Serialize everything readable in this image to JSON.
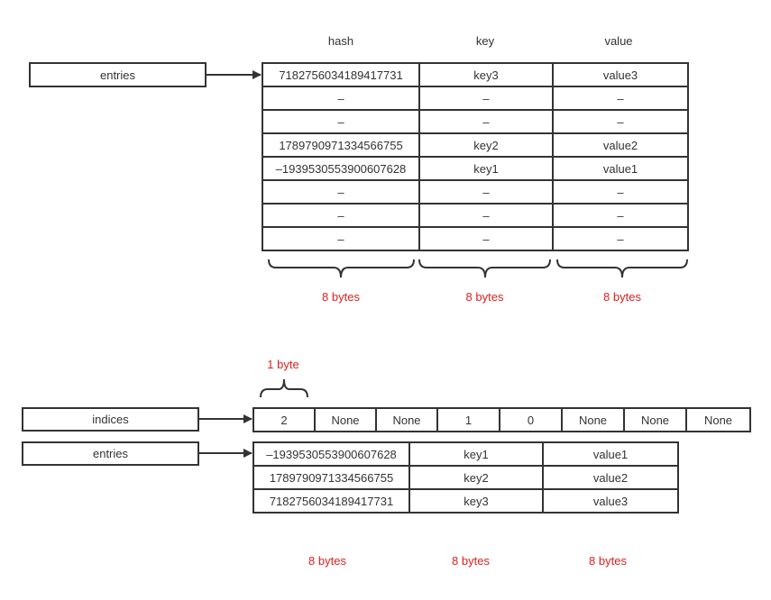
{
  "top": {
    "entries_label": "entries",
    "headers": [
      "hash",
      "key",
      "value"
    ],
    "rows": [
      [
        "7182756034189417731",
        "key3",
        "value3"
      ],
      [
        "–",
        "–",
        "–"
      ],
      [
        "–",
        "–",
        "–"
      ],
      [
        "1789790971334566755",
        "key2",
        "value2"
      ],
      [
        "–1939530553900607628",
        "key1",
        "value1"
      ],
      [
        "–",
        "–",
        "–"
      ],
      [
        "–",
        "–",
        "–"
      ],
      [
        "–",
        "–",
        "–"
      ]
    ],
    "size_labels": [
      "8 bytes",
      "8 bytes",
      "8 bytes"
    ]
  },
  "bottom": {
    "byte_label": "1 byte",
    "indices_label": "indices",
    "indices": [
      "2",
      "None",
      "None",
      "1",
      "0",
      "None",
      "None",
      "None"
    ],
    "entries_label": "entries",
    "rows": [
      [
        "–1939530553900607628",
        "key1",
        "value1"
      ],
      [
        "1789790971334566755",
        "key2",
        "value2"
      ],
      [
        "7182756034189417731",
        "key3",
        "value3"
      ]
    ],
    "size_labels": [
      "8 bytes",
      "8 bytes",
      "8 bytes"
    ]
  },
  "colors": {
    "stroke": "#333333",
    "accent": "#e02020"
  }
}
